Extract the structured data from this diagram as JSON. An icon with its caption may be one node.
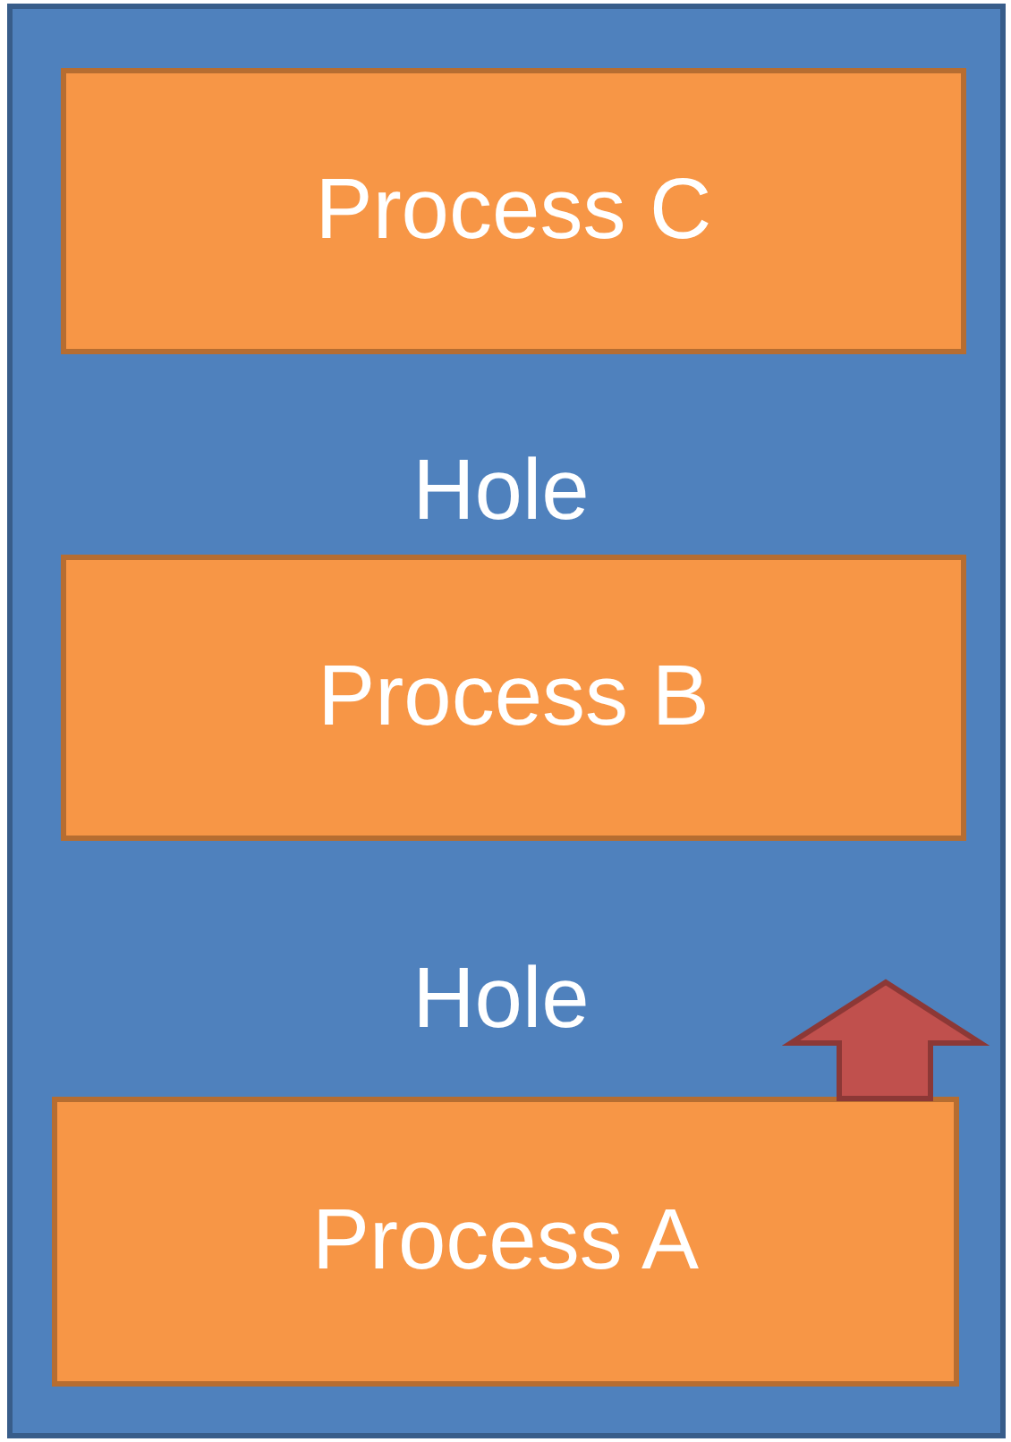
{
  "diagram": {
    "nodes": [
      {
        "text": [],
        "shape": "box"
      },
      {
        "text": [
          "Process C"
        ],
        "in": 0
      },
      {
        "text": [
          "Process B"
        ],
        "in": 0
      },
      {
        "text": [
          "Process A"
        ],
        "in": 0
      }
    ],
    "labels": [
      "Hole",
      "Hole"
    ]
  }
}
